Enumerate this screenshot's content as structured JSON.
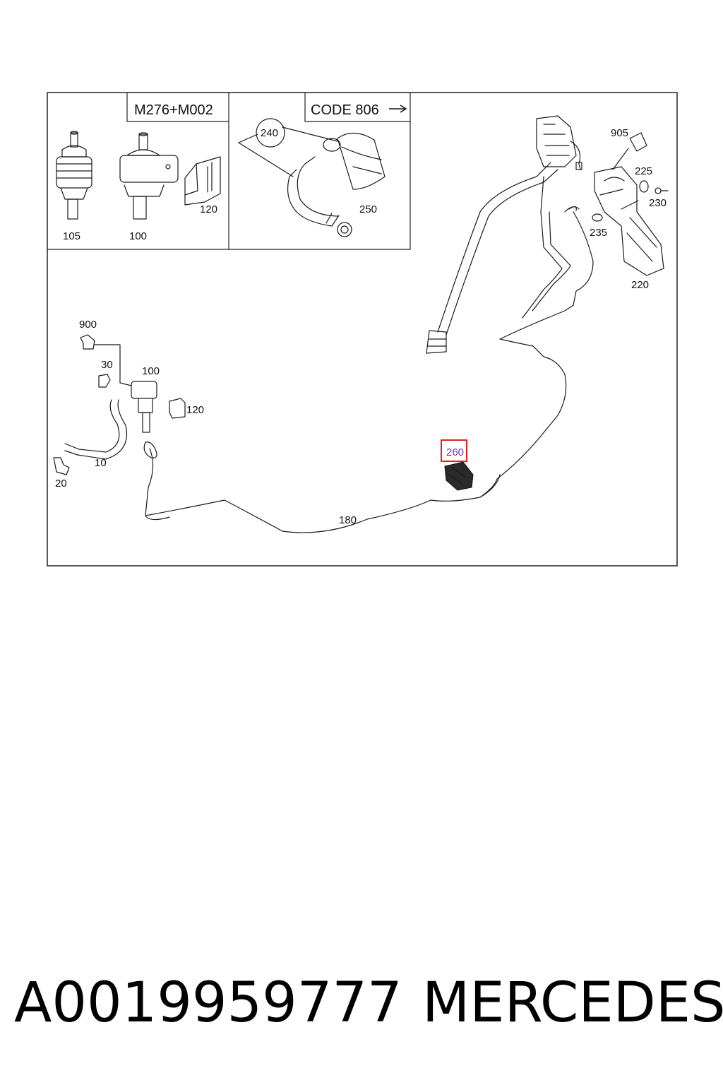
{
  "panels": {
    "variant_header": "M276+M002",
    "code_header": "CODE 806"
  },
  "callouts": {
    "c105": "105",
    "c100_top": "100",
    "c120_top": "120",
    "c240": "240",
    "c250": "250",
    "c905": "905",
    "c225": "225",
    "c230": "230",
    "c235": "235",
    "c220": "220",
    "c900": "900",
    "c30": "30",
    "c100": "100",
    "c120": "120",
    "c10": "10",
    "c20": "20",
    "c180": "180",
    "c260": "260"
  },
  "highlight": {
    "part": "260",
    "color": "#dd2222"
  },
  "footer": {
    "part_number": "A0019959777",
    "brand": "MERCEDES"
  }
}
